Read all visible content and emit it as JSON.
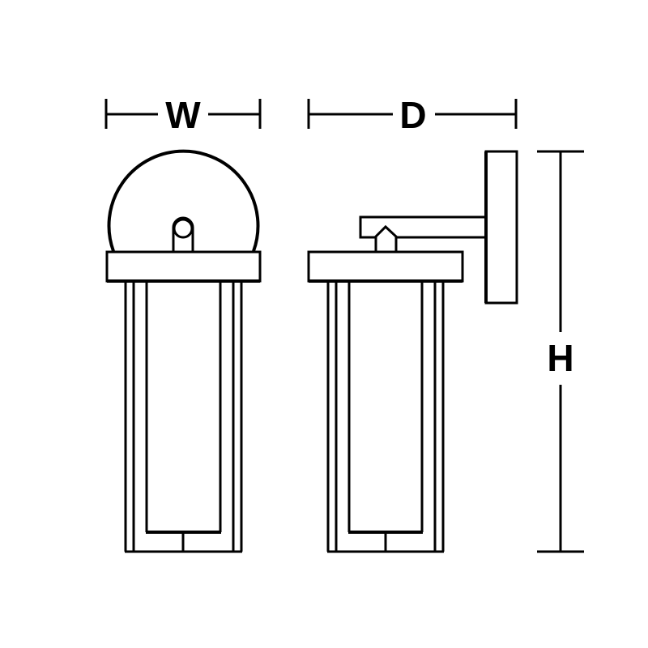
{
  "dimensions": {
    "width_label": "W",
    "depth_label": "D",
    "height_label": "H"
  },
  "colors": {
    "line": "#000000",
    "background": "#ffffff"
  }
}
